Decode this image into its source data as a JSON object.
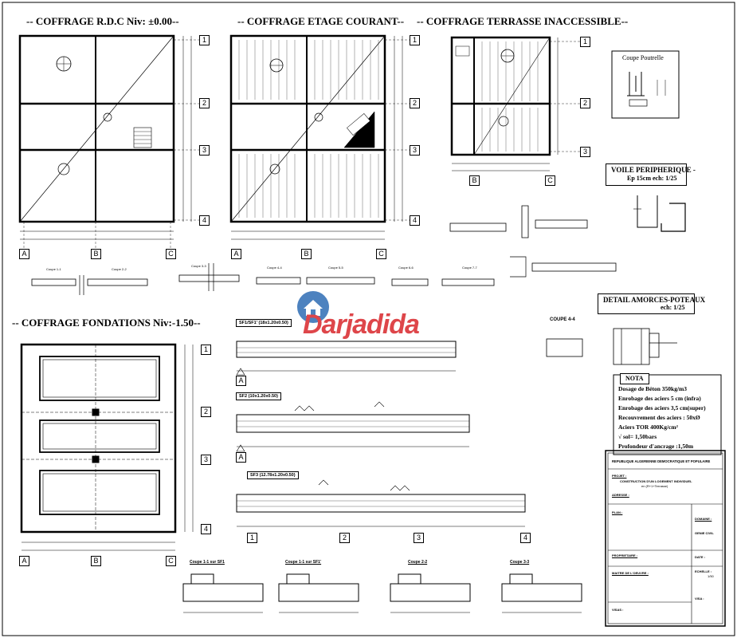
{
  "titles": {
    "rdc": "-- COFFRAGE R.D.C Niv: ±0.00--",
    "etage": "-- COFFRAGE ETAGE COURANT--",
    "terrasse": "-- COFFRAGE TERRASSE INACCESSIBLE--",
    "fondations": "-- COFFRAGE FONDATIONS Niv:-1.50--"
  },
  "axes": {
    "rows": [
      "1",
      "2",
      "3",
      "4"
    ],
    "cols": [
      "A",
      "B",
      "C"
    ],
    "cols_terrasse": [
      "B",
      "C"
    ],
    "sf_axes": [
      "1",
      "2",
      "3",
      "4"
    ]
  },
  "details": {
    "coupe_poutrelle": "Coupe Poutrelle",
    "voile_line1": "VOILE PERIPHERIQUE -",
    "voile_line2": "Ep 15cm    ech: 1/25",
    "amorces_line1": "DETAIL AMORCES-POTEAUX",
    "amorces_line2": "ech: 1/25",
    "coupe44": "COUPE 4-4"
  },
  "semelles": {
    "sf1": "SF1/SF1' (18x1.20x0.50)",
    "sf2": "SF2 (10x1.20x0.50)",
    "sf3": "SF3 (12.78x1.20x0.50)",
    "section_label": "Coupe"
  },
  "sections_bottom": [
    "Coupe 1-1 sur SF1",
    "Coupe 1-1 sur SF1'",
    "Coupe 2-2",
    "Coupe 3-3"
  ],
  "sections_top": [
    "Coupe 1-1",
    "Coupe 2-2",
    "Coupe 3-3",
    "Coupe 4-4",
    "Coupe 5-5",
    "Coupe 6-6",
    "Coupe 7-7"
  ],
  "note": {
    "title": "NOTA",
    "items": [
      "Dosage de Béton 350kg/m3",
      "Enrobage des aciers 5 cm (infra)",
      "Enrobage des aciers 3,5 cm(super)",
      "Recouvrement des aciers : 50xØ",
      "Aciers TOR  400Kg/cm²",
      "√ sol= 1,50bars",
      "Profondeur d'ancrage :1,50m"
    ]
  },
  "title_block": {
    "header": "REPUBLIQUE ALGERIENNE DEMOCRATIQUE ET POPULAIRE",
    "projet_label": "PROJET :",
    "projet_text": "CONSTRUCTION D'UN LOGEMENT INDIVIDUEL",
    "projet_sub": "en (R+1+Terrasse)",
    "adresse_label": "ADRESSE :",
    "plan_label": "PLAN :",
    "domaine_label": "DOMAINE :",
    "domaine_value": "GENIE CIVIL",
    "proprietaire_label": "PROPRIETAIRE :",
    "maitre_label": "MAITRE DE L'OEUVRE :",
    "date_label": "DATE :",
    "echelle_label": "ECHELLE :",
    "echelle_value": "1/50",
    "visa_label": "VISA :",
    "visas_label": "VISAS :"
  },
  "watermark": {
    "brand": "Darjadida"
  },
  "colors": {
    "ink": "#000000",
    "watermark_red": "#d9262b",
    "watermark_blue": "#2f6db5"
  }
}
